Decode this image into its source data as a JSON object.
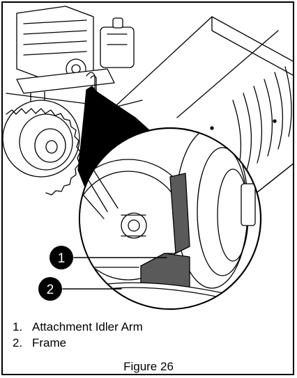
{
  "figure": {
    "caption": "Figure 26",
    "callouts": [
      {
        "number": "1",
        "label": "Attachment Idler Arm"
      },
      {
        "number": "2",
        "label": "Frame"
      }
    ],
    "legend_items": [
      {
        "number": "1.",
        "label": "Attachment Idler Arm"
      },
      {
        "number": "2.",
        "label": "Frame"
      }
    ]
  }
}
